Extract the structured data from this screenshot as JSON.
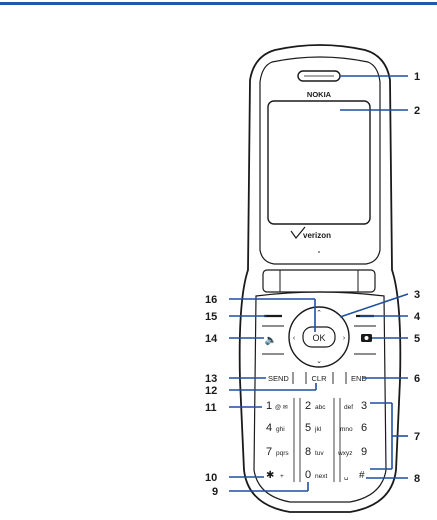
{
  "header_rule_color": "#1f5aa8",
  "leader_color": "#1f4fa0",
  "phone": {
    "brand": "NOKIA",
    "carrier": "verizon",
    "ok_label": "OK",
    "send_label": "SEND",
    "clr_label": "CLR",
    "end_label": "END",
    "keys": {
      "k1": "1",
      "k1_sub": "@ ✉",
      "k2": "2",
      "k2_sub": "abc",
      "k3": "3",
      "k3_sub": "def",
      "k4": "4",
      "k4_sub": "ghi",
      "k5": "5",
      "k5_sub": "jkl",
      "k6": "6",
      "k6_sub": "mno",
      "k7": "7",
      "k7_sub": "pqrs",
      "k8": "8",
      "k8_sub": "tuv",
      "k9": "9",
      "k9_sub": "wxyz",
      "kstar": "✱",
      "kstar_sub": "+",
      "k0": "0",
      "k0_sub": "next",
      "khash": "#",
      "khash_sub": "␣"
    }
  },
  "callouts": {
    "c1": "1",
    "c2": "2",
    "c3": "3",
    "c4": "4",
    "c5": "5",
    "c6": "6",
    "c7": "7",
    "c8": "8",
    "c9": "9",
    "c10": "10",
    "c11": "11",
    "c12": "12",
    "c13": "13",
    "c14": "14",
    "c15": "15",
    "c16": "16"
  }
}
